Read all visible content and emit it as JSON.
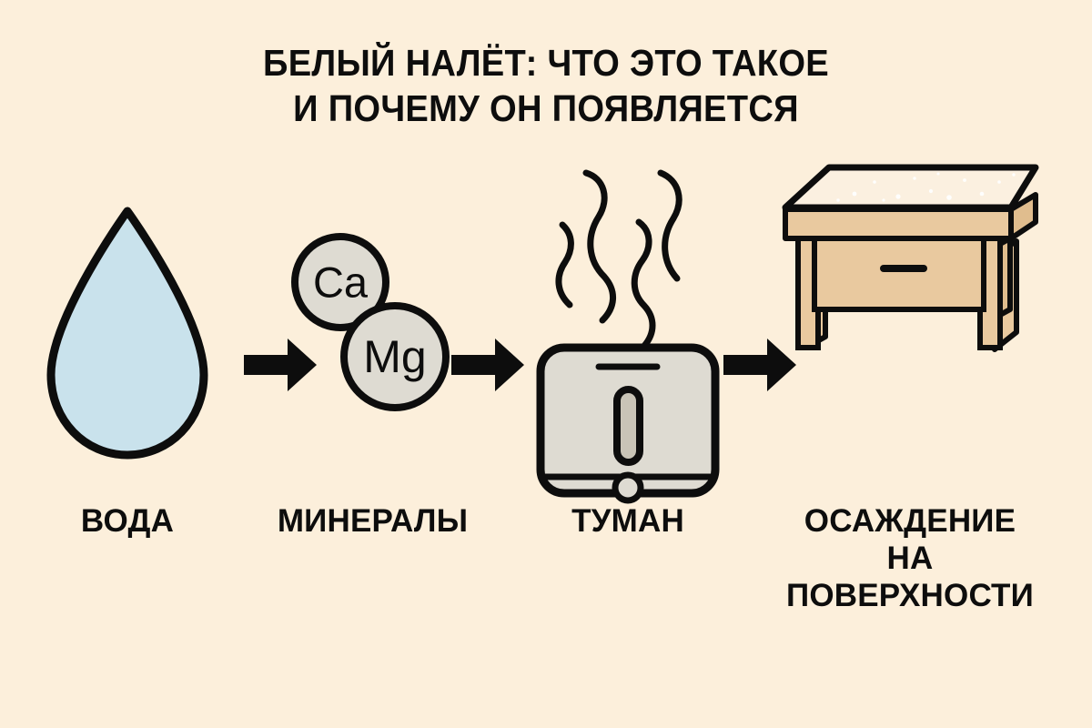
{
  "page": {
    "background_color": "#fcefdb",
    "ink_color": "#0d0d0d"
  },
  "title": {
    "line1": "БЕЛЫЙ НАЛЁТ: ЧТО ЭТО ТАКОЕ",
    "line2": "И ПОЧЕМУ ОН ПОЯВЛЯЕТСЯ"
  },
  "stages": [
    {
      "id": "water",
      "label": "ВОДА",
      "icon": "water-drop-icon",
      "fill_color": "#c9e2ec"
    },
    {
      "id": "minerals",
      "label": "МИНЕРАЛЫ",
      "icon": "mineral-molecules-icon",
      "fill_color": "#dedbd2",
      "molecules": [
        {
          "symbol": "Ca"
        },
        {
          "symbol": "Mg"
        }
      ]
    },
    {
      "id": "mist",
      "label": "ТУМАН",
      "icon": "humidifier-icon",
      "fill_color": "#dedbd2",
      "accent_color": "#c9c4b7",
      "steam_lines": 4
    },
    {
      "id": "surface",
      "label": "ОСАЖДЕНИЕ\nНА\nПОВЕРХНОСТИ",
      "icon": "table-with-residue-icon",
      "wood_color": "#e9c99f",
      "wood_shade_color": "#dcb party",
      "residue_color": "#fbf0e0"
    }
  ],
  "arrows": [
    {
      "id": "arrow-1",
      "icon": "arrow-right-icon",
      "from": "water",
      "to": "minerals"
    },
    {
      "id": "arrow-2",
      "icon": "arrow-right-icon",
      "from": "minerals",
      "to": "mist"
    },
    {
      "id": "arrow-3",
      "icon": "arrow-right-icon",
      "from": "mist",
      "to": "surface"
    }
  ]
}
